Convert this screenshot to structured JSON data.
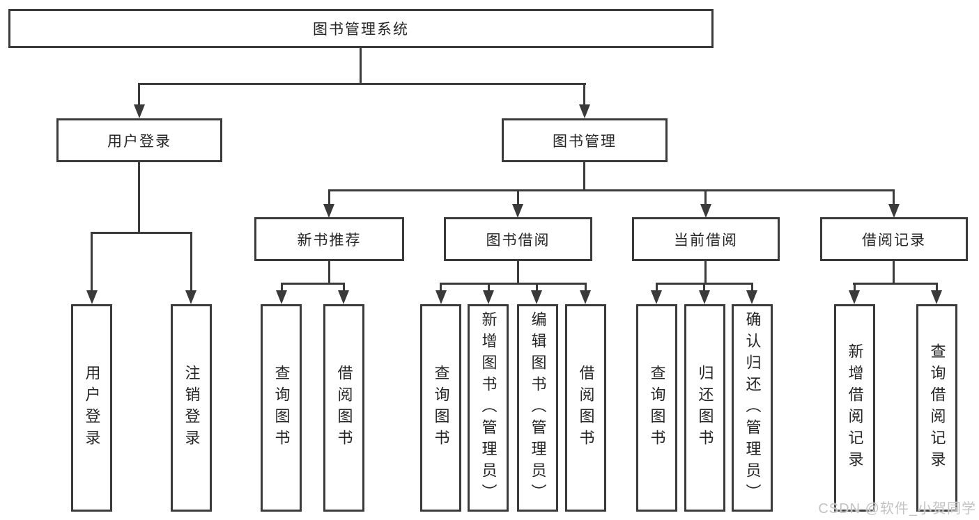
{
  "colors": {
    "line": "#3a3a3a",
    "box_border": "#3a3a3a",
    "text": "#262626",
    "background": "#ffffff",
    "watermark": "#c3c3c3"
  },
  "watermark": {
    "text": "CSDN @软件_小贺同学"
  },
  "tree": {
    "root": {
      "label": "图书管理系统",
      "children": [
        {
          "label": "用户登录",
          "children": [
            {
              "label": "用户登录"
            },
            {
              "label": "注销登录"
            }
          ]
        },
        {
          "label": "图书管理",
          "children": [
            {
              "label": "新书推荐",
              "children": [
                {
                  "label": "查询图书"
                },
                {
                  "label": "借阅图书"
                }
              ]
            },
            {
              "label": "图书借阅",
              "children": [
                {
                  "label": "查询图书"
                },
                {
                  "label": "新增图书（管理员）"
                },
                {
                  "label": "编辑图书（管理员）"
                },
                {
                  "label": "借阅图书"
                }
              ]
            },
            {
              "label": "当前借阅",
              "children": [
                {
                  "label": "查询图书"
                },
                {
                  "label": "归还图书"
                },
                {
                  "label": "确认归还（管理员）"
                }
              ]
            },
            {
              "label": "借阅记录",
              "children": [
                {
                  "label": "新增借阅记录"
                },
                {
                  "label": "查询借阅记录"
                }
              ]
            }
          ]
        }
      ]
    }
  }
}
